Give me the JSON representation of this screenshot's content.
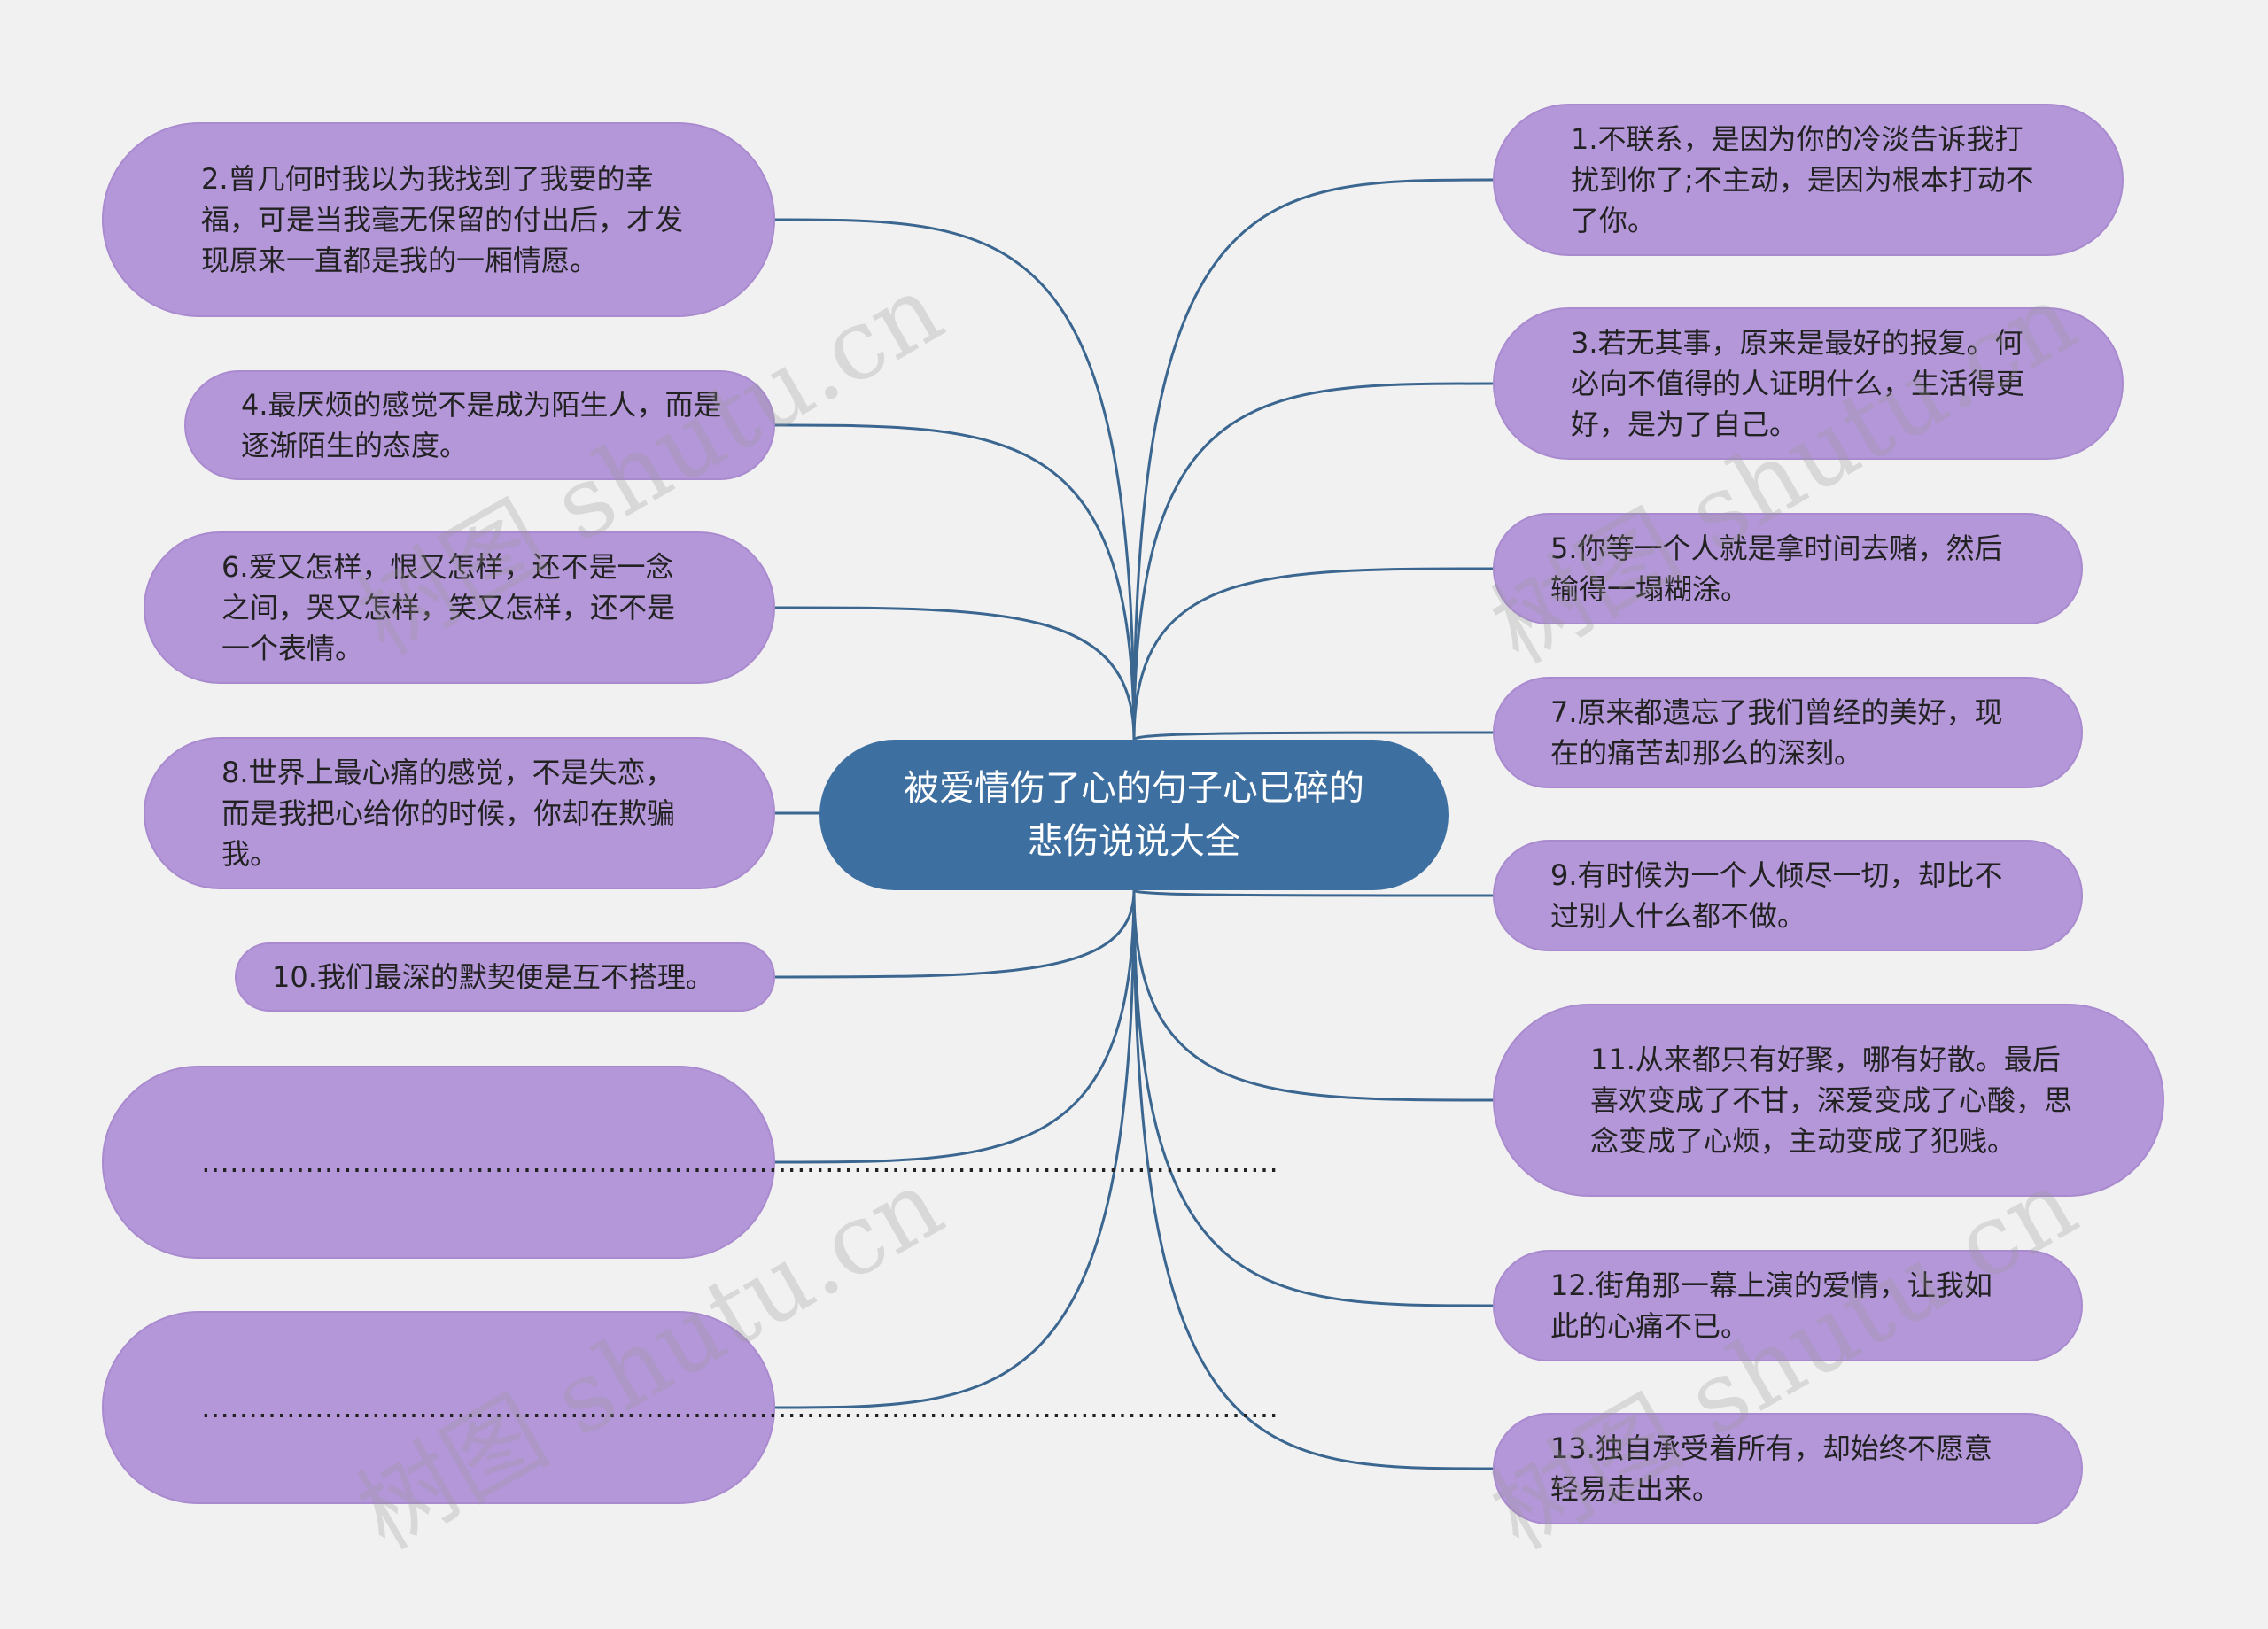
{
  "root": {
    "label": "被爱情伤了心的句子心已碎的悲伤说说大全"
  },
  "left": [
    {
      "id": "n2",
      "text": "2.曾几何时我以为我找到了我要的幸福，可是当我毫无保留的付出后，才发现原来一直都是我的一厢情愿。"
    },
    {
      "id": "n4",
      "text": "4.最厌烦的感觉不是成为陌生人，而是逐渐陌生的态度。"
    },
    {
      "id": "n6",
      "text": "6.爱又怎样，恨又怎样，还不是一念之间，哭又怎样，笑又怎样，还不是一个表情。"
    },
    {
      "id": "n8",
      "text": "8.世界上最心痛的感觉，不是失恋，而是我把心给你的时候，你却在欺骗我。"
    },
    {
      "id": "n10",
      "text": "10.我们最深的默契便是互不搭理。"
    },
    {
      "id": "d1",
      "text": "……………………………………………………………………………………………………"
    },
    {
      "id": "d2",
      "text": "……………………………………………………………………………………………………"
    }
  ],
  "right": [
    {
      "id": "n1",
      "text": "1.不联系，是因为你的冷淡告诉我打扰到你了;不主动，是因为根本打动不了你。"
    },
    {
      "id": "n3",
      "text": "3.若无其事，原来是最好的报复。何必向不值得的人证明什么，生活得更好，是为了自己。"
    },
    {
      "id": "n5",
      "text": "5.你等一个人就是拿时间去赌，然后输得一塌糊涂。"
    },
    {
      "id": "n7",
      "text": "7.原来都遗忘了我们曾经的美好，现在的痛苦却那么的深刻。"
    },
    {
      "id": "n9",
      "text": "9.有时候为一个人倾尽一切，却比不过别人什么都不做。"
    },
    {
      "id": "n11",
      "text": "11.从来都只有好聚，哪有好散。最后喜欢变成了不甘，深爱变成了心酸，思念变成了心烦，主动变成了犯贱。"
    },
    {
      "id": "n12",
      "text": "12.街角那一幕上演的爱情，让我如此的心痛不已。"
    },
    {
      "id": "n13",
      "text": "13.独自承受着所有，却始终不愿意轻易走出来。"
    }
  ],
  "watermark": "树图 shutu.cn",
  "colors": {
    "node_fill": "#b497d9",
    "root_fill": "#3d6fa0",
    "link": "#3a6690",
    "background": "#f1f1f1"
  }
}
